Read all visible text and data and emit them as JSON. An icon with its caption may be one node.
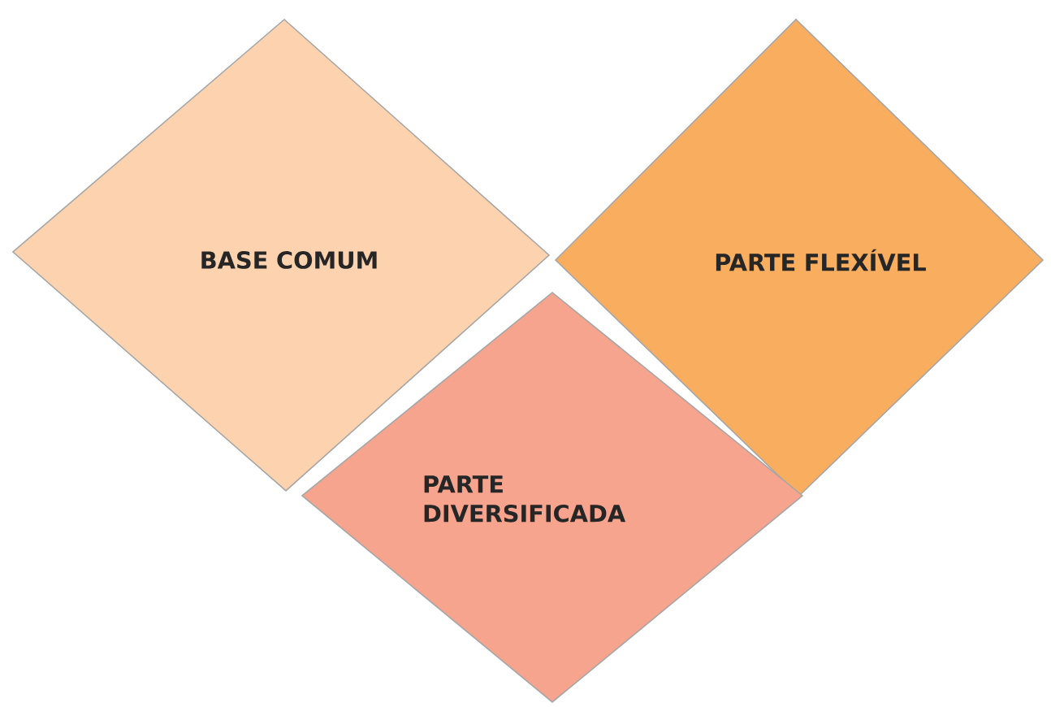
{
  "diagram": {
    "nodes": [
      {
        "text": [
          "BASE COMUM"
        ]
      },
      {
        "text": [
          "PARTE FLEXÍVEL"
        ]
      },
      {
        "text": [
          "PARTE DIVERSIFICADA"
        ]
      }
    ]
  }
}
